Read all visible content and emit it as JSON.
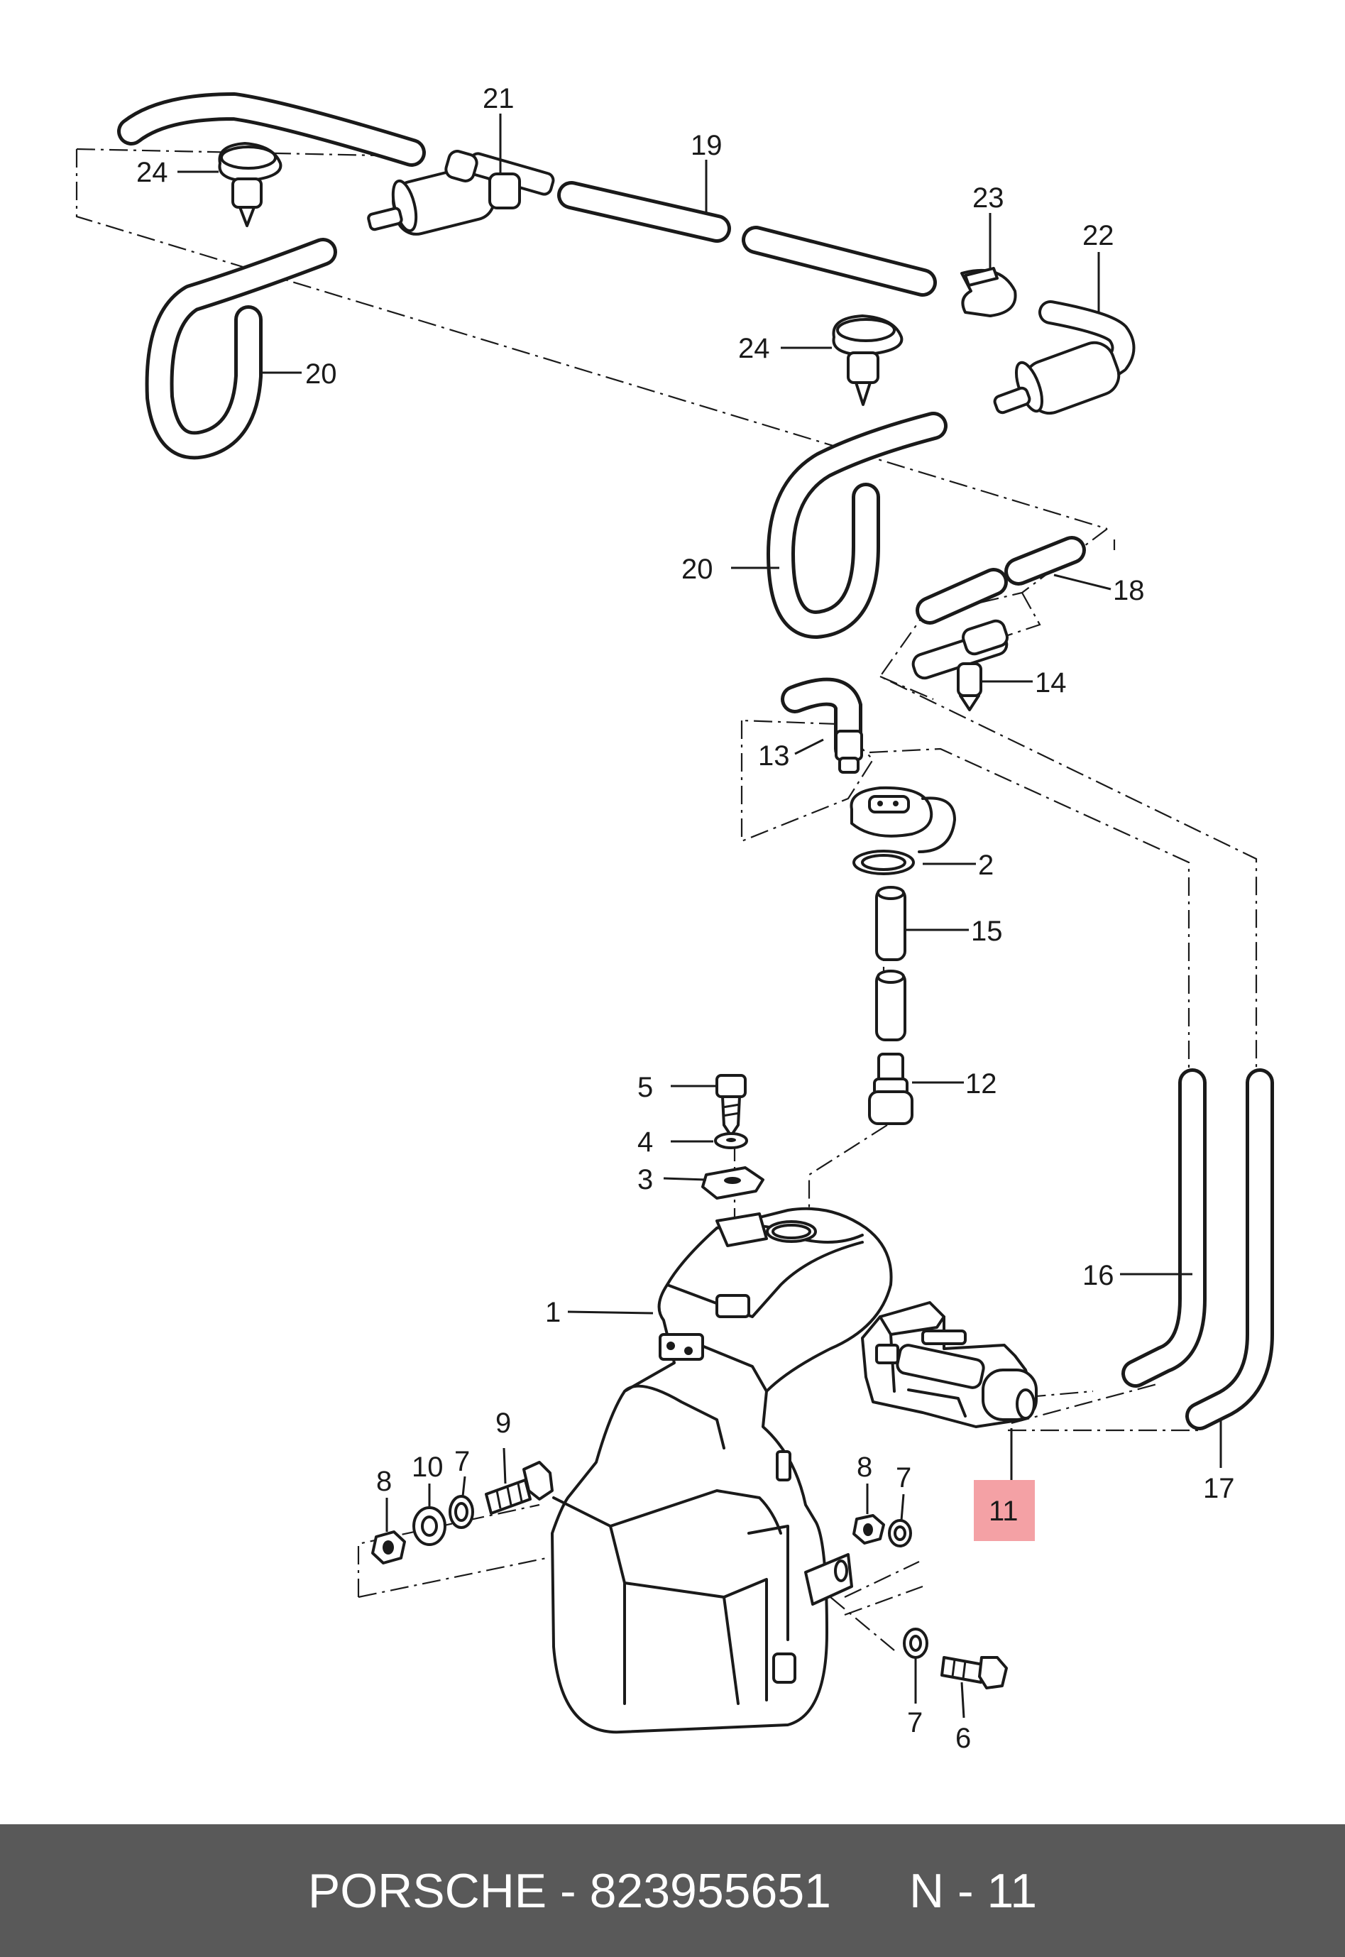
{
  "footer": {
    "brand": "PORSCHE",
    "separator": " - ",
    "part_number": "823955651",
    "ref_prefix": "N",
    "ref_separator": " - ",
    "ref_number": "11"
  },
  "highlight": {
    "callout": "11",
    "color": "#f4a1a5"
  },
  "callouts": {
    "c1": "1",
    "c2": "2",
    "c3": "3",
    "c4": "4",
    "c5": "5",
    "c6": "6",
    "c7a": "7",
    "c7b": "7",
    "c7c": "7",
    "c8a": "8",
    "c8b": "8",
    "c9": "9",
    "c10": "10",
    "c11": "11",
    "c12": "12",
    "c13": "13",
    "c14": "14",
    "c15": "15",
    "c16": "16",
    "c17": "17",
    "c18": "18",
    "c19": "19",
    "c20a": "20",
    "c20b": "20",
    "c21": "21",
    "c22": "22",
    "c23": "23",
    "c24a": "24",
    "c24b": "24"
  },
  "colors": {
    "footer_background": "#595959",
    "footer_text": "#ffffff",
    "line_art": "#1a1a1a"
  }
}
